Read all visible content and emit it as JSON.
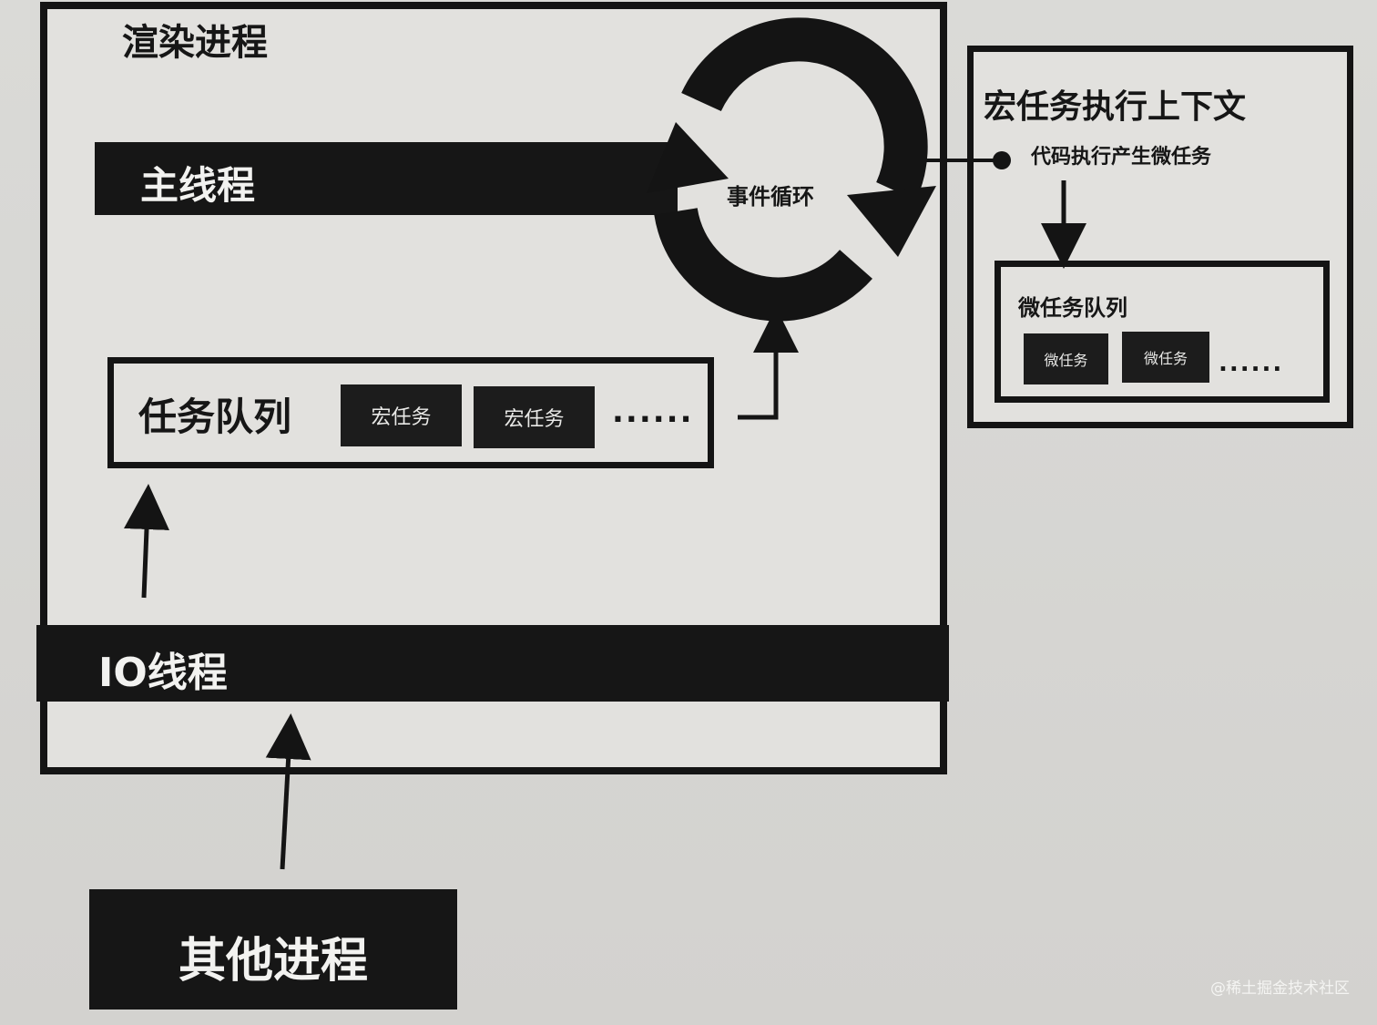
{
  "render_process": {
    "title": "渲染进程",
    "main_thread_label": "主线程",
    "io_thread_label": "IO线程"
  },
  "task_queue": {
    "label": "任务队列",
    "tasks": [
      "宏任务",
      "宏任务"
    ],
    "ellipsis": "......"
  },
  "event_loop": {
    "label": "事件循环"
  },
  "macro_context": {
    "title": "宏任务执行上下文",
    "note": "代码执行产生微任务",
    "micro_queue": {
      "label": "微任务队列",
      "tasks": [
        "微任务",
        "微任务"
      ],
      "ellipsis": "......"
    }
  },
  "other_process": {
    "label": "其他进程"
  },
  "watermark": "@稀土掘金技术社区"
}
